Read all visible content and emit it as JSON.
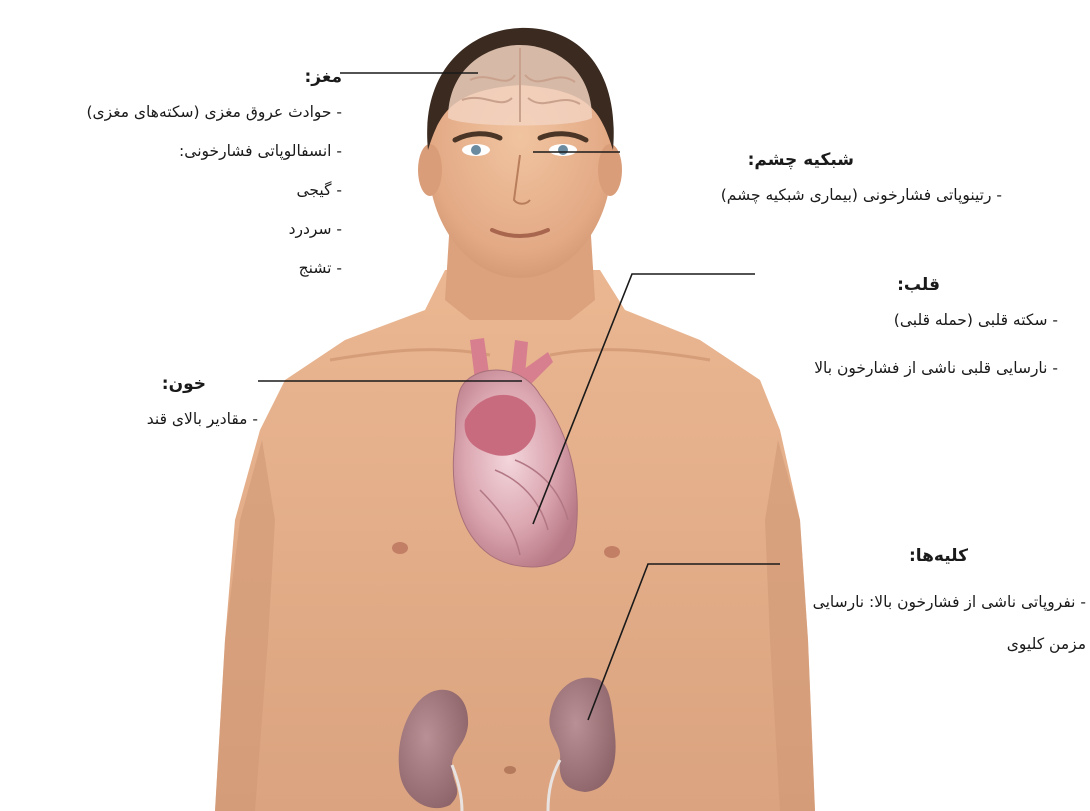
{
  "colors": {
    "skin": "#e8b48e",
    "skin_shadow": "#c98e6a",
    "hair": "#3a2a20",
    "heart": "#c97a86",
    "kidney": "#9c7377",
    "line": "#1a1a1a"
  },
  "labels": {
    "brain": {
      "heading": "مغز:",
      "items": [
        "- حوادث عروق مغزی (سکته‌های مغزی)",
        "- انسفالوپاتی فشارخونی:",
        "- گیجی",
        "- سردرد",
        "- تشنج"
      ]
    },
    "retina": {
      "heading": "شبکیه چشم:",
      "items": [
        "- رتینوپاتی فشارخونی (بیماری شبکیه چشم)"
      ]
    },
    "heart": {
      "heading": "قلب:",
      "items": [
        "- سکته قلبی (حمله قلبی)",
        "- نارسایی قلبی ناشی از فشارخون بالا"
      ]
    },
    "blood": {
      "heading": "خون:",
      "items": [
        "- مقادیر بالای قند"
      ]
    },
    "kidneys": {
      "heading": "کلیه‌ها:",
      "items": [
        "- نفروپاتی ناشی از فشارخون بالا: نارسایی مزمن کلیوی"
      ]
    }
  }
}
